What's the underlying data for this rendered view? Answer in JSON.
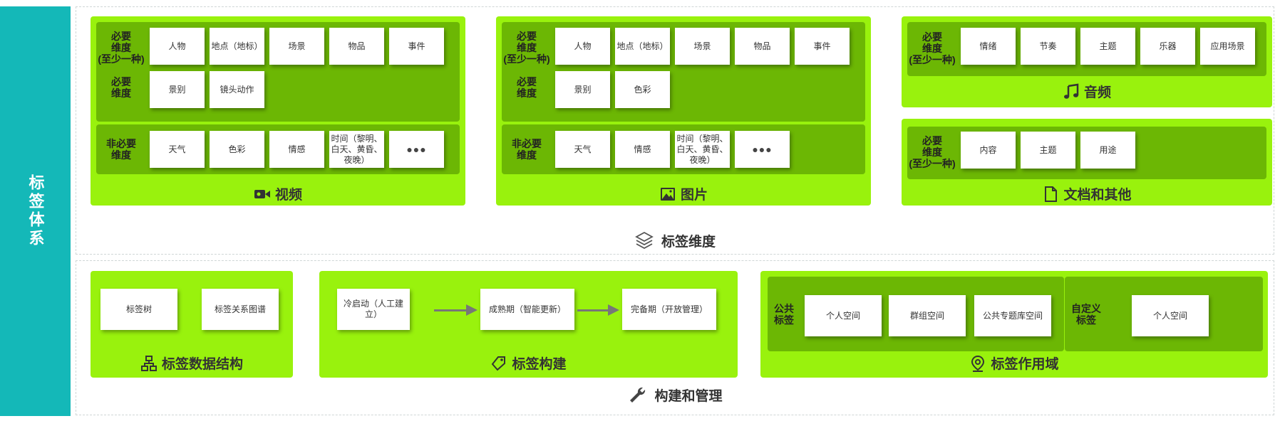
{
  "sidebar": {
    "title": "标签体系"
  },
  "sections": {
    "top_label": "标签维度",
    "bottom_label": "构建和管理"
  },
  "video": {
    "title": "视频",
    "icon": "video-icon",
    "required_label": "必要维度(至少一种)",
    "required": [
      "人物",
      "地点（地标）",
      "场景",
      "物品",
      "事件"
    ],
    "required2_label": "必要维度",
    "required2": [
      "景别",
      "镜头动作"
    ],
    "optional_label": "非必要维度",
    "optional": [
      "天气",
      "色彩",
      "情感",
      "时间（黎明、白天、黄昏、夜晚）",
      "●●●"
    ]
  },
  "image": {
    "title": "图片",
    "icon": "image-icon",
    "required_label": "必要维度(至少一种)",
    "required": [
      "人物",
      "地点（地标）",
      "场景",
      "物品",
      "事件"
    ],
    "required2_label": "必要维度",
    "required2": [
      "景别",
      "色彩"
    ],
    "optional_label": "非必要维度",
    "optional": [
      "天气",
      "情感",
      "时间（黎明、白天、黄昏、夜晚）",
      "●●●"
    ]
  },
  "audio": {
    "title": "音频",
    "icon": "music-note-icon",
    "required_label": "必要维度(至少一种)",
    "required": [
      "情绪",
      "节奏",
      "主题",
      "乐器",
      "应用场景"
    ]
  },
  "docs": {
    "title": "文档和其他",
    "icon": "document-icon",
    "required_label": "必要维度(至少一种)",
    "required": [
      "内容",
      "主题",
      "用途"
    ]
  },
  "structure": {
    "title": "标签数据结构",
    "icon": "hierarchy-icon",
    "items": [
      "标签树",
      "标签关系图谱"
    ]
  },
  "build": {
    "title": "标签构建",
    "icon": "tag-icon",
    "steps": [
      "冷启动（人工建立）",
      "成熟期（智能更新）",
      "完备期（开放管理）"
    ]
  },
  "scope": {
    "title": "标签作用域",
    "icon": "location-pin-icon",
    "public_label": "公共标签",
    "public": [
      "个人空间",
      "群组空间",
      "公共专题库空间"
    ],
    "custom_label": "自定义标签",
    "custom": [
      "个人空间"
    ]
  },
  "colors": {
    "sidebar": "#14b8b8",
    "panel": "#99f20d",
    "band": "#6cb704"
  }
}
